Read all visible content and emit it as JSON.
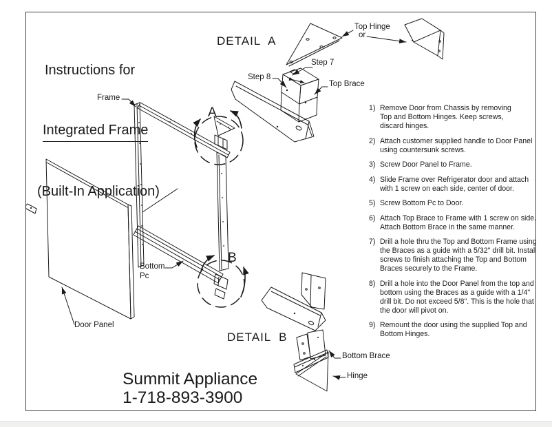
{
  "colors": {
    "line": "#1b1b1b",
    "border": "#3d3d3d",
    "page_bg": "#ffffff",
    "bottom_strip": "#f1f1ef"
  },
  "title": {
    "line1": "Instructions for",
    "line2": "Integrated Frame",
    "line3": "(Built-In Application)"
  },
  "details": {
    "detail_a": "DETAIL  A",
    "detail_b": "DETAIL  B"
  },
  "callouts": {
    "frame": "Frame",
    "door_panel": "Door Panel",
    "bottom_pc": "Bottom\nPc",
    "top_hinge": "Top Hinge",
    "or": "or",
    "step7": "Step 7",
    "step8": "Step 8",
    "top_brace": "Top Brace",
    "bottom_brace": "Bottom Brace",
    "hinge": "Hinge",
    "view_a": "A",
    "view_b": "B"
  },
  "instructions": [
    {
      "num": "1)",
      "text": "Remove Door from Chassis by removing\nTop and Bottom Hinges. Keep screws,\ndiscard hinges."
    },
    {
      "num": "2)",
      "text": "Attach customer supplied handle to Door Panel\nusing countersunk screws."
    },
    {
      "num": "3)",
      "text": "Screw Door Panel to Frame."
    },
    {
      "num": "4)",
      "text": "Slide Frame over Refrigerator door and attach\nwith 1 screw on each side, center of door."
    },
    {
      "num": "5)",
      "text": "Screw Bottom Pc to Door."
    },
    {
      "num": "6)",
      "text": "Attach Top Brace to Frame with 1 screw on side.\nAttach Bottom Brace in the same manner."
    },
    {
      "num": "7)",
      "text": "Drill a hole thru the Top and Bottom Frame using\nthe Braces as a guide with a 5/32\" drill bit. Install\nscrews to finish attaching the Top and Bottom\nBraces securely to the Frame."
    },
    {
      "num": "8)",
      "text": "Drill a hole into the Door Panel from the top and\nbottom using the Braces as a guide with a 1/4\"\ndrill bit. Do not exceed 5/8\". This is the hole that\nthe door will pivot on."
    },
    {
      "num": "9)",
      "text": "Remount the door using the supplied Top and\nBottom Hinges."
    }
  ],
  "footer": {
    "company": "Summit Appliance",
    "phone": "1-718-893-3900"
  }
}
